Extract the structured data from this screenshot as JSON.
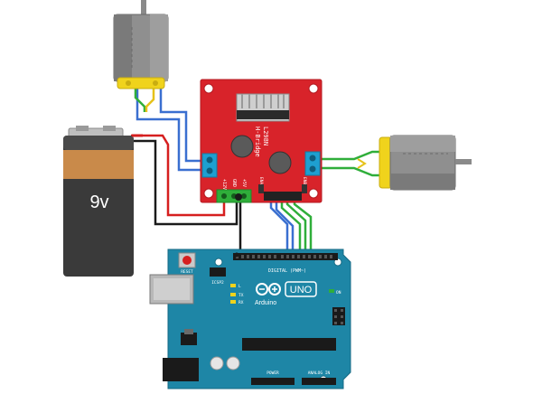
{
  "battery": {
    "label": "9v",
    "body_color": "#3a3a3a",
    "cap_color": "#c98a4a"
  },
  "driver": {
    "name": "L298N",
    "subtitle": "H-Bridge",
    "pins": {
      "v12": "+12V",
      "gnd": "GND",
      "v5": "+5V",
      "ena": "ENA",
      "enb": "ENB"
    },
    "pcb_color": "#d8232a"
  },
  "arduino": {
    "brand": "Arduino",
    "model": "UNO",
    "header_digital": "DIGITAL (PWM~)",
    "header_power": "POWER",
    "header_analog": "ANALOG IN",
    "reset": "RESET",
    "icsp": "ICSP2",
    "led_tx": "TX",
    "led_rx": "RX",
    "led_l": "L",
    "on": "ON",
    "pcb_color": "#1e86a6"
  },
  "wire_colors": {
    "red": "#d61f1f",
    "black": "#1a1a1a",
    "blue": "#3a6fd0",
    "green": "#2fae3a",
    "yellow": "#e6c21a"
  }
}
